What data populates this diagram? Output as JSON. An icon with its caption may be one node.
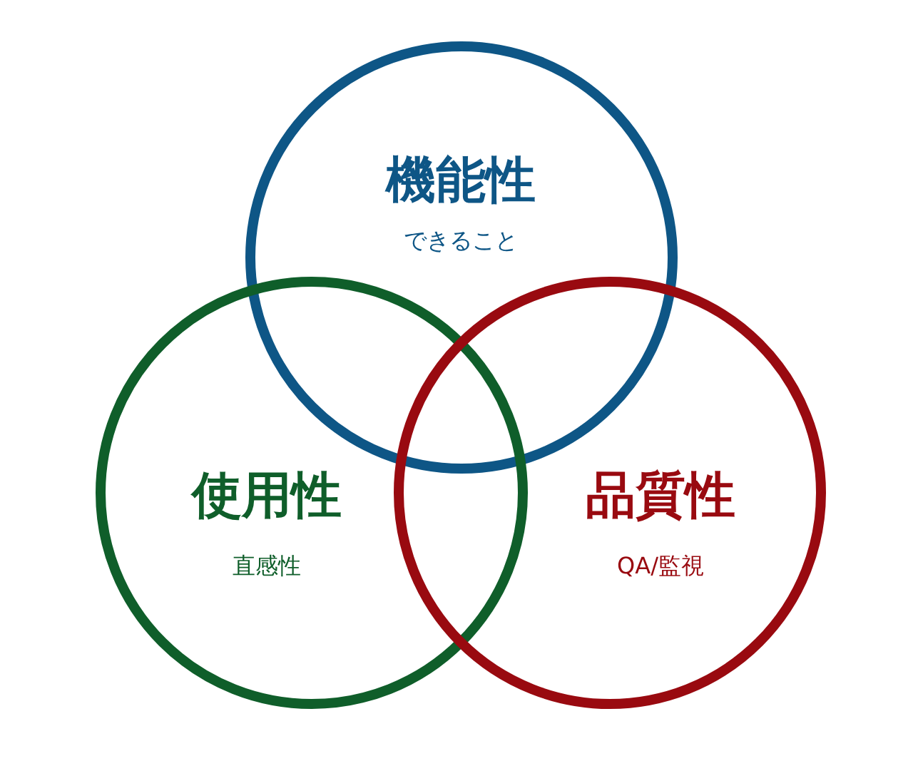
{
  "diagram": {
    "nodes": [
      {
        "text": [
          "機能性",
          "できること"
        ]
      },
      {
        "text": [
          "使用性",
          "直感性"
        ]
      },
      {
        "text": [
          "品質性",
          "QA/監視"
        ]
      }
    ],
    "edges": []
  }
}
